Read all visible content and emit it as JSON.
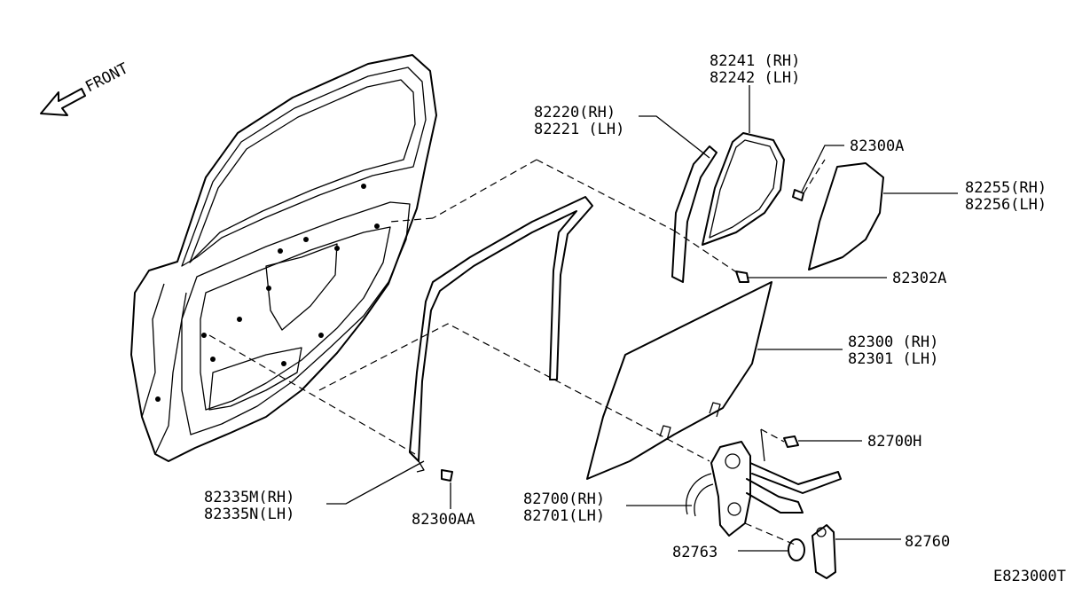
{
  "direction": {
    "label": "FRONT",
    "icon": "front-arrow-icon"
  },
  "diagram_code": "E823000T",
  "callouts": [
    {
      "id": "c1",
      "lines": [
        "82241 (RH)",
        "82242 (LH)"
      ]
    },
    {
      "id": "c2",
      "lines": [
        "82220(RH)",
        "82221 (LH)"
      ]
    },
    {
      "id": "c3",
      "lines": [
        "82300A"
      ]
    },
    {
      "id": "c4",
      "lines": [
        "82255(RH)",
        "82256(LH)"
      ]
    },
    {
      "id": "c5",
      "lines": [
        "82302A"
      ]
    },
    {
      "id": "c6",
      "lines": [
        "82300 (RH)",
        "82301 (LH)"
      ]
    },
    {
      "id": "c7",
      "lines": [
        "82700H"
      ]
    },
    {
      "id": "c8",
      "lines": [
        "82335M(RH)",
        "82335N(LH)"
      ]
    },
    {
      "id": "c9",
      "lines": [
        "82300AA"
      ]
    },
    {
      "id": "c10",
      "lines": [
        "82700(RH)",
        "82701(LH)"
      ]
    },
    {
      "id": "c11",
      "lines": [
        "82763"
      ]
    },
    {
      "id": "c12",
      "lines": [
        "82760"
      ]
    }
  ]
}
